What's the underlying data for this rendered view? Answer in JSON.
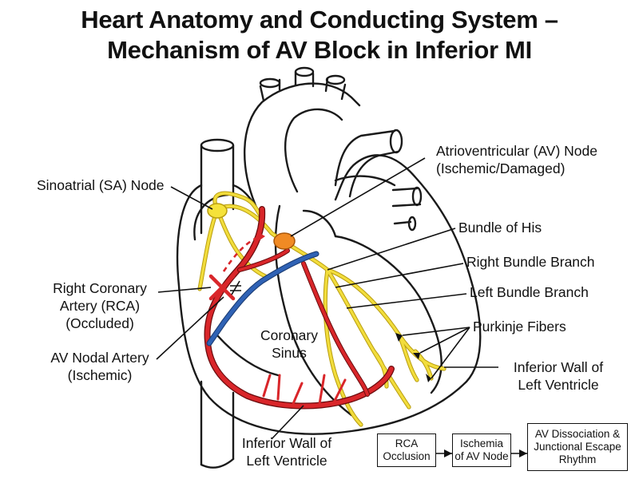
{
  "title": {
    "line1": "Heart Anatomy and Conducting System –",
    "line2": "Mechanism of AV Block in Inferior MI"
  },
  "labels": {
    "sa_node": "Sinoatrial (SA) Node",
    "av_node_l1": "Atrioventricular (AV) Node",
    "av_node_l2": "(Ischemic/Damaged)",
    "bundle_his": "Bundle of His",
    "right_bb": "Right Bundle Branch",
    "left_bb": "Left Bundle Branch",
    "purkinje": "Purkinje Fibers",
    "inferior_right_l1": "Inferior Wall of",
    "inferior_right_l2": "Left Ventricle",
    "rca_l1": "Right Coronary",
    "rca_l2": "Artery (RCA)",
    "rca_l3": "(Occluded)",
    "avnodal_l1": "AV Nodal Artery",
    "avnodal_l2": "(Ischemic)",
    "coronary_l1": "Coronary",
    "coronary_l2": "Sinus",
    "inferior_bottom_l1": "Inferior Wall of",
    "inferior_bottom_l2": "Left Ventricle"
  },
  "flow": [
    {
      "l1": "RCA",
      "l2": "Occlusion"
    },
    {
      "l1": "Ischemia",
      "l2": "of AV Node"
    },
    {
      "l1": "AV Dissociation &",
      "l2": "Junctional Escape",
      "l3": "Rhythm"
    }
  ],
  "colors": {
    "artery": "#d9262a",
    "vein": "#2f62b5",
    "conduction": "#f2dd3c",
    "conduction_edge": "#b89d10",
    "av_node": "#f08a24",
    "sa_node": "#f5e23a",
    "outline": "#1a1a1a"
  }
}
